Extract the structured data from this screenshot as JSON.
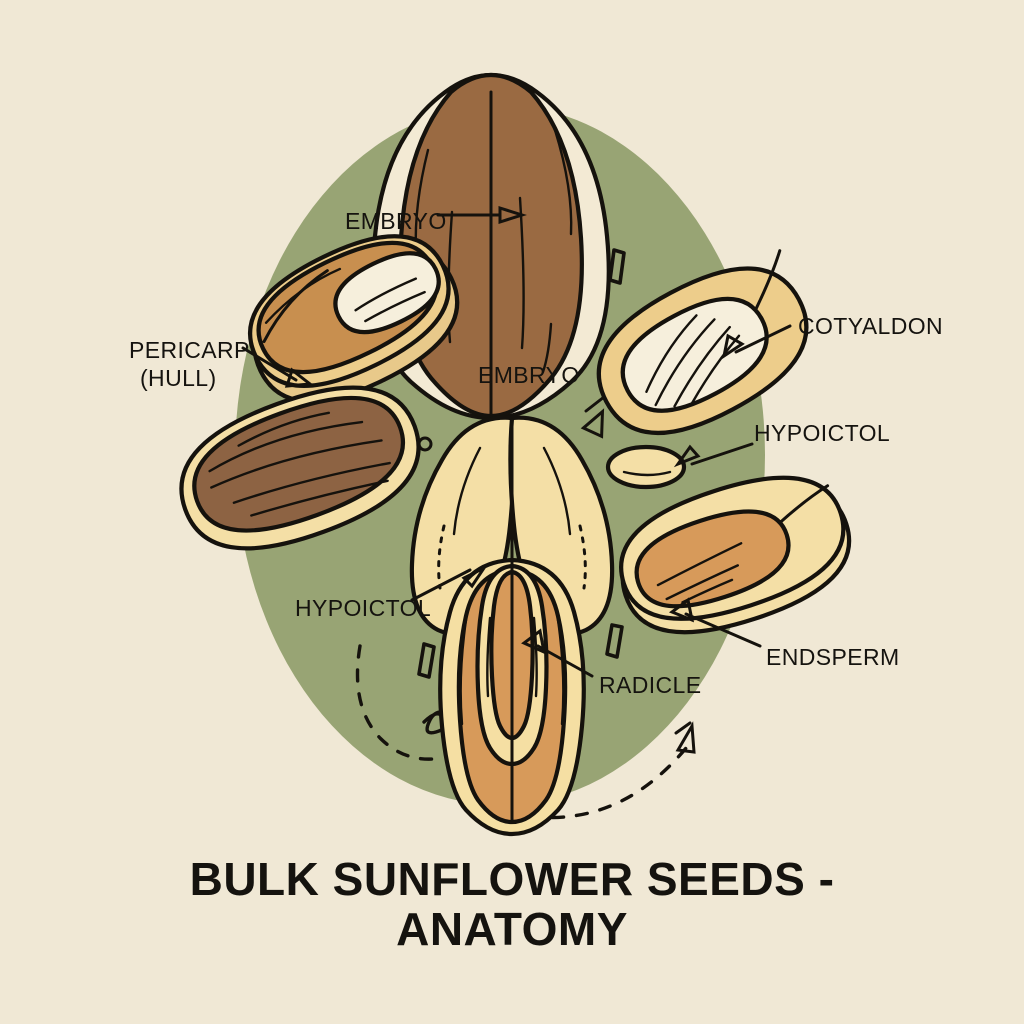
{
  "poster": {
    "title_line1": "BULK SUNFLOWER SEEDS -",
    "title_line2": "ANATOMY",
    "background_color": "#f0e8d5",
    "disc_color": "#98a474",
    "ink_color": "#15120d"
  },
  "labels": {
    "embryo_top": "EMBRYO",
    "embryo_center": "EMBRYO",
    "pericarp_line1": "PERICARP",
    "pericarp_line2": "(HULL)",
    "cotyledon": "COTYALDON",
    "hypocotyl_right": "HYPOICTOL",
    "hypocotyl_left": "HYPOICTOL",
    "endosperm": "ENDSPERM",
    "radicle": "RADICLE"
  },
  "palette": {
    "hull_cream": "#f3ead4",
    "kernel_dark_brown": "#9a6a42",
    "kernel_mid_brown": "#8d6343",
    "shell_tan": "#c88f4f",
    "shell_light_tan": "#e8c98a",
    "pale_yellow": "#f4dfa6",
    "soft_gold": "#edcd8b",
    "inner_cream": "#f6efdc",
    "radicle_orange": "#d79a5a",
    "radicle_light": "#f5dfa3"
  },
  "specimens": [
    {
      "name": "whole-seed-top",
      "description": "whole striped sunflower seed in hull, vertical",
      "label": "EMBRYO"
    },
    {
      "name": "seed-upper-left",
      "description": "tilted hull half with tan kernel and cream cotyledon oval",
      "label": "PERICARP (HULL)"
    },
    {
      "name": "seed-lower-left",
      "description": "pale hull half with brown striped kernel",
      "label": "PERICARP (HULL)"
    },
    {
      "name": "seed-upper-right",
      "description": "golden hull half with cream striped endosperm oval",
      "label": "COTYALDON"
    },
    {
      "name": "seed-lower-right",
      "description": "pale hull half with orange-tan kernel oval",
      "label": "ENDSPERM"
    },
    {
      "name": "hypocotyl-fragment",
      "description": "small pale oval fragment",
      "label": "HYPOICTOL"
    },
    {
      "name": "embryo-center",
      "description": "split embryo with two cotyledon lobes and radicle shaft",
      "label": "EMBRYO"
    }
  ]
}
